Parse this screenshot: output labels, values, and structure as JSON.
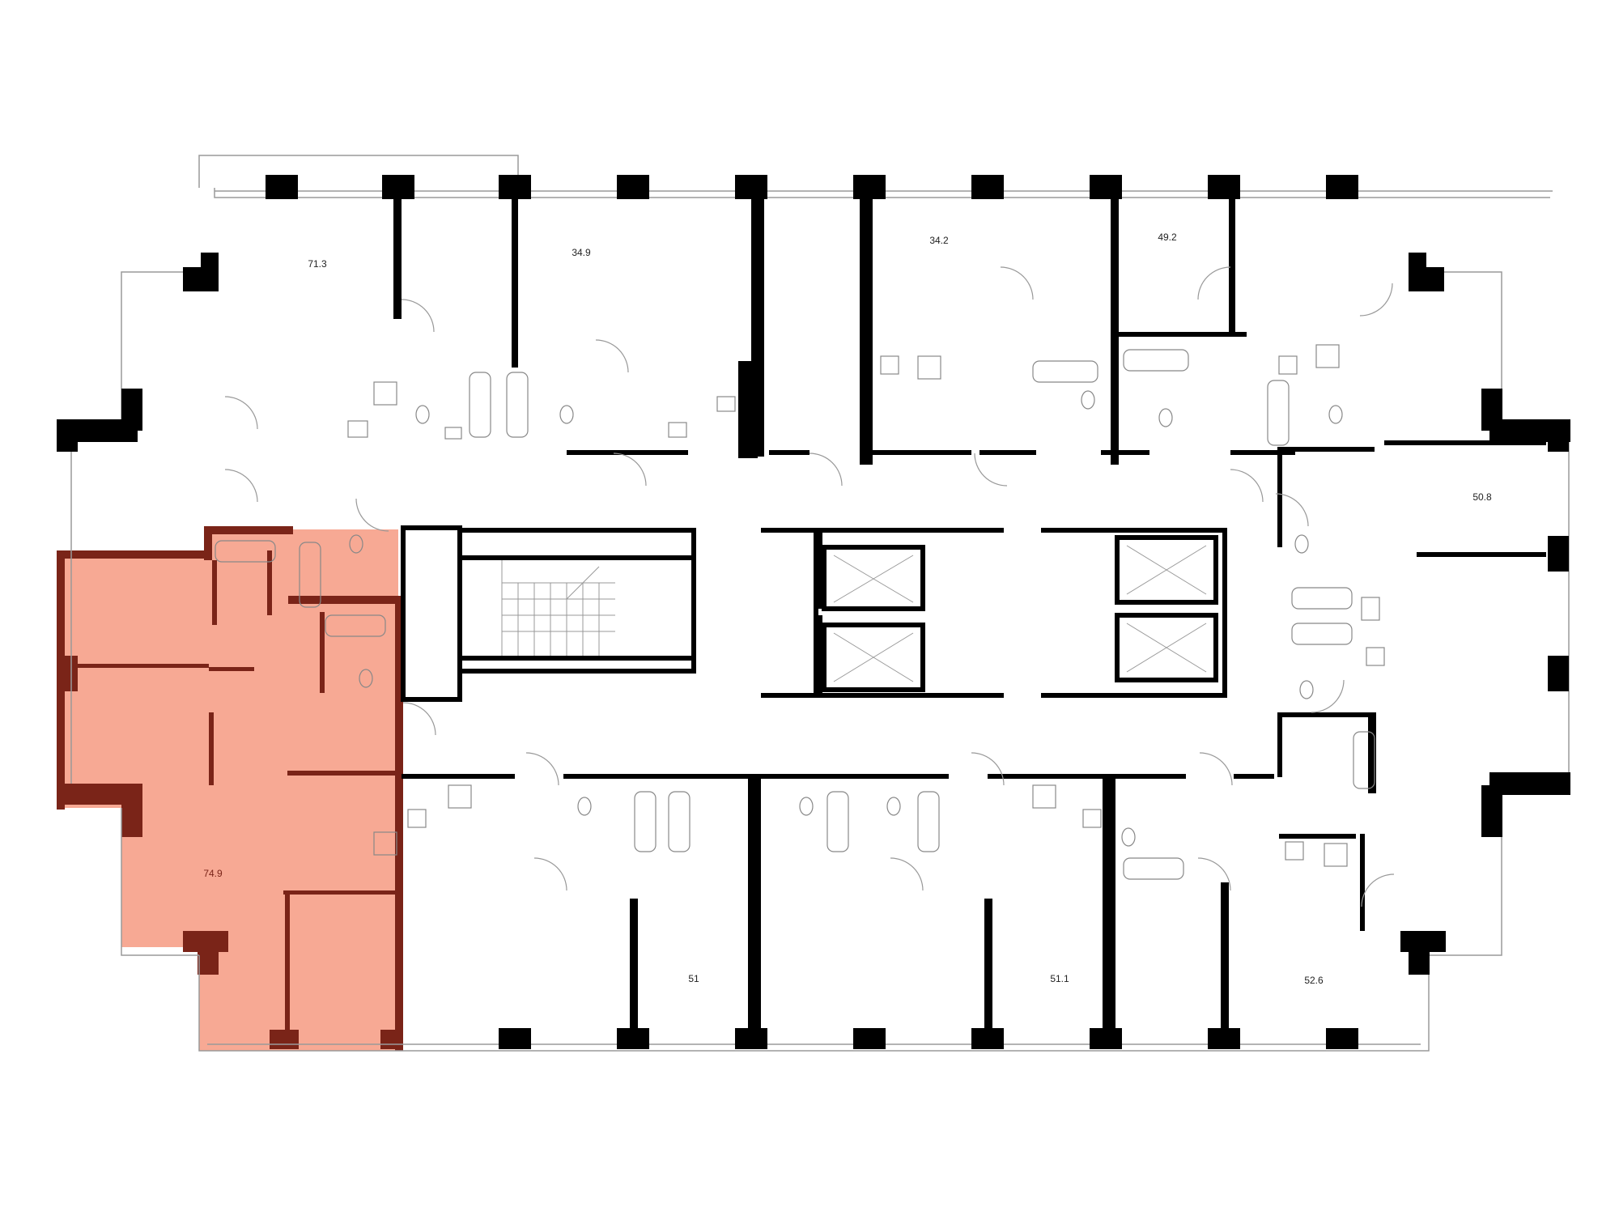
{
  "colors": {
    "wall": "#000000",
    "selected_fill": "#f7a994",
    "selected_wall": "#7a2418",
    "fixture_line": "#888888",
    "background": "#ffffff"
  },
  "selected_apartment": "74.9",
  "apartments": [
    {
      "key": "a713",
      "area": "71.3"
    },
    {
      "key": "a349",
      "area": "34.9"
    },
    {
      "key": "a342",
      "area": "34.2"
    },
    {
      "key": "a492",
      "area": "49.2"
    },
    {
      "key": "a508",
      "area": "50.8"
    },
    {
      "key": "a749",
      "area": "74.9"
    },
    {
      "key": "a51",
      "area": "51"
    },
    {
      "key": "a511",
      "area": "51.1"
    },
    {
      "key": "a526",
      "area": "52.6"
    }
  ]
}
